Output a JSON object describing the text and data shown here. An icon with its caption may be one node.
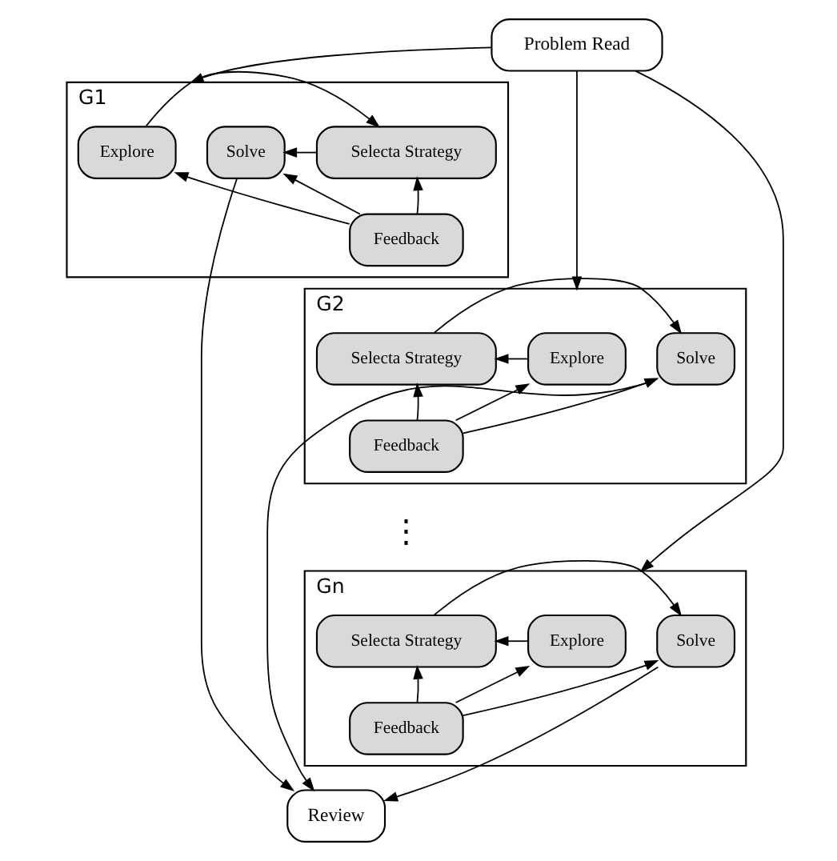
{
  "diagram": {
    "nodes": [
      {
        "text": [
          "Problem Read"
        ]
      },
      {
        "text": [
          "G1"
        ]
      },
      {
        "text": [
          "Explore"
        ],
        "in": 1
      },
      {
        "text": [
          "Selecta Strategy"
        ],
        "in": 1
      },
      {
        "text": [
          "Solve"
        ],
        "in": 1
      },
      {
        "text": [
          "Feedback"
        ],
        "in": 1
      },
      {
        "text": [
          "G2"
        ]
      },
      {
        "text": [
          "Explore"
        ],
        "in": 6
      },
      {
        "text": [
          "Selecta Strategy"
        ],
        "in": 6
      },
      {
        "text": [
          "Solve"
        ],
        "in": 6
      },
      {
        "text": [
          "Feedback"
        ],
        "in": 6
      },
      {
        "text": [
          "Gn"
        ]
      },
      {
        "text": [
          "Explore"
        ],
        "in": 11
      },
      {
        "text": [
          "Selecta Strategy"
        ],
        "in": 11
      },
      {
        "text": [
          "Solve"
        ],
        "in": 11
      },
      {
        "text": [
          "Feedback"
        ],
        "in": 11
      },
      {
        "text": [
          "Review"
        ]
      }
    ],
    "edges": [
      {
        "from": 0,
        "to": 1,
        "arrow": "to"
      },
      {
        "from": 0,
        "to": 6,
        "arrow": "to"
      },
      {
        "from": 0,
        "to": 11,
        "arrow": "to"
      },
      {
        "from": 2,
        "to": 3,
        "arrow": "to"
      },
      {
        "from": 3,
        "to": 4,
        "arrow": "to"
      },
      {
        "from": 5,
        "to": 2,
        "arrow": "to"
      },
      {
        "from": 5,
        "to": 3,
        "arrow": "to"
      },
      {
        "from": 5,
        "to": 4,
        "arrow": "to"
      },
      {
        "from": 7,
        "to": 8,
        "arrow": "to"
      },
      {
        "from": 8,
        "to": 9,
        "arrow": "to"
      },
      {
        "from": 10,
        "to": 7,
        "arrow": "to"
      },
      {
        "from": 10,
        "to": 8,
        "arrow": "to"
      },
      {
        "from": 10,
        "to": 9,
        "arrow": "to"
      },
      {
        "from": 12,
        "to": 13,
        "arrow": "to"
      },
      {
        "from": 13,
        "to": 14,
        "arrow": "to"
      },
      {
        "from": 15,
        "to": 12,
        "arrow": "to"
      },
      {
        "from": 15,
        "to": 13,
        "arrow": "to"
      },
      {
        "from": 15,
        "to": 14,
        "arrow": "to"
      },
      {
        "from": 4,
        "to": 16,
        "arrow": "to"
      },
      {
        "from": 9,
        "to": 16,
        "arrow": "to"
      },
      {
        "from": 14,
        "to": 16,
        "arrow": "to"
      }
    ],
    "labels": [
      "⋮"
    ]
  }
}
